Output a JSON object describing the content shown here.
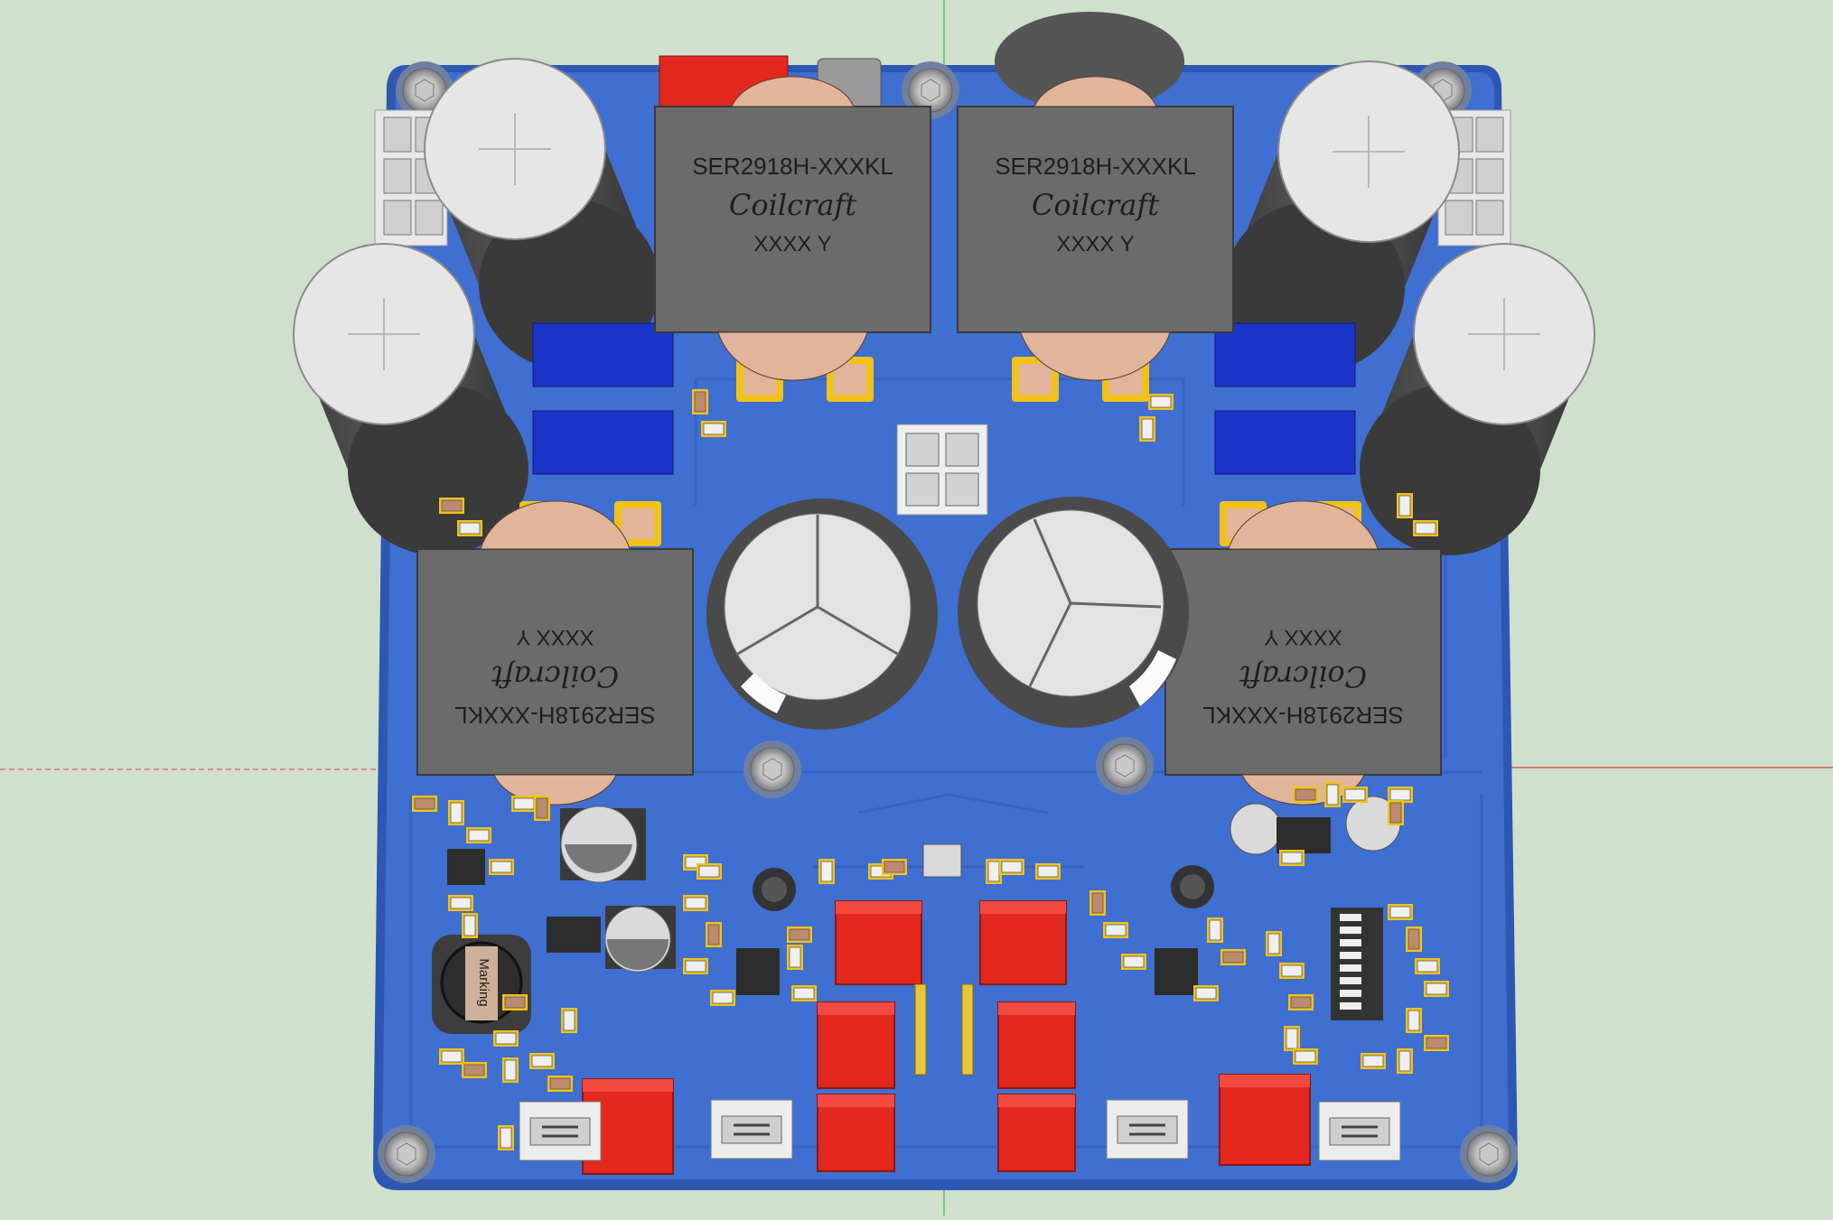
{
  "colors": {
    "background": "#cfe0cc",
    "board": "#3f6fd0",
    "board_edge": "#2d57b3",
    "pad": "#f2c21a",
    "inductor_body": "#6b6b6b",
    "copper": "#e2b49b",
    "cap_top": "#e6e6e6",
    "cap_side": "#4a4a4a",
    "red_part": "#e3281e",
    "blue_part": "#1c33c8",
    "axis_green": "#4caf50",
    "axis_red": "#e04040"
  },
  "inductors": [
    {
      "part": "SER2918H-XXXKL",
      "brand": "Coilcraft",
      "code": "XXXX Y"
    },
    {
      "part": "SER2918H-XXXKL",
      "brand": "Coilcraft",
      "code": "XXXX Y"
    },
    {
      "part": "SER2918H-XXXKL",
      "brand": "Coilcraft",
      "code": "XXXX Y"
    },
    {
      "part": "SER2918H-XXXKL",
      "brand": "Coilcraft",
      "code": "XXXX Y"
    }
  ],
  "small_inductor": {
    "label": "Marking"
  },
  "icons": [
    "screw-hole-icon",
    "electrolytic-capacitor-icon",
    "power-inductor-icon",
    "connector-icon",
    "dip-switch-icon"
  ]
}
